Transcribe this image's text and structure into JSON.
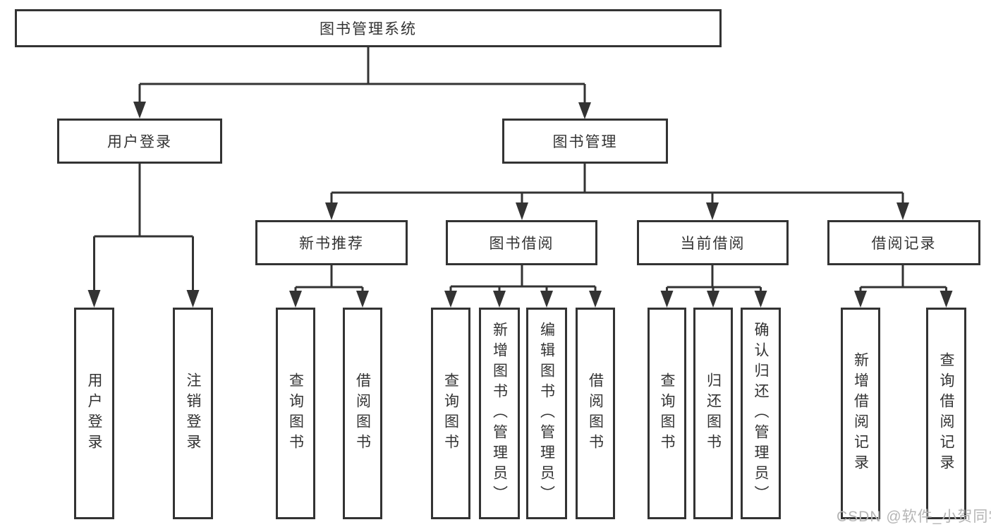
{
  "root": {
    "label": "图书管理系统"
  },
  "level2": [
    {
      "label": "用户登录",
      "parent": "图书管理系统"
    },
    {
      "label": "图书管理",
      "parent": "图书管理系统"
    }
  ],
  "level3": [
    {
      "label": "新书推荐",
      "parent": "图书管理"
    },
    {
      "label": "图书借阅",
      "parent": "图书管理"
    },
    {
      "label": "当前借阅",
      "parent": "图书管理"
    },
    {
      "label": "借阅记录",
      "parent": "图书管理"
    }
  ],
  "level4": [
    {
      "label": "用户登录",
      "parent": "用户登录"
    },
    {
      "label": "注销登录",
      "parent": "用户登录"
    },
    {
      "label": "查询图书",
      "parent": "新书推荐"
    },
    {
      "label": "借阅图书",
      "parent": "新书推荐"
    },
    {
      "label": "查询图书",
      "parent": "图书借阅"
    },
    {
      "label": "新增图书（管理员）",
      "parent": "图书借阅"
    },
    {
      "label": "编辑图书（管理员）",
      "parent": "图书借阅"
    },
    {
      "label": "借阅图书",
      "parent": "图书借阅"
    },
    {
      "label": "查询图书",
      "parent": "当前借阅"
    },
    {
      "label": "归还图书",
      "parent": "当前借阅"
    },
    {
      "label": "确认归还（管理员）",
      "parent": "当前借阅"
    },
    {
      "label": "新增借阅记录",
      "parent": "借阅记录"
    },
    {
      "label": "查询借阅记录",
      "parent": "借阅记录"
    }
  ],
  "watermark": {
    "text": "CSDN @软件_小贺同学"
  },
  "colors": {
    "line": "#333333",
    "text": "#333333",
    "background": "#ffffff",
    "watermark": "#b5b5b5"
  }
}
